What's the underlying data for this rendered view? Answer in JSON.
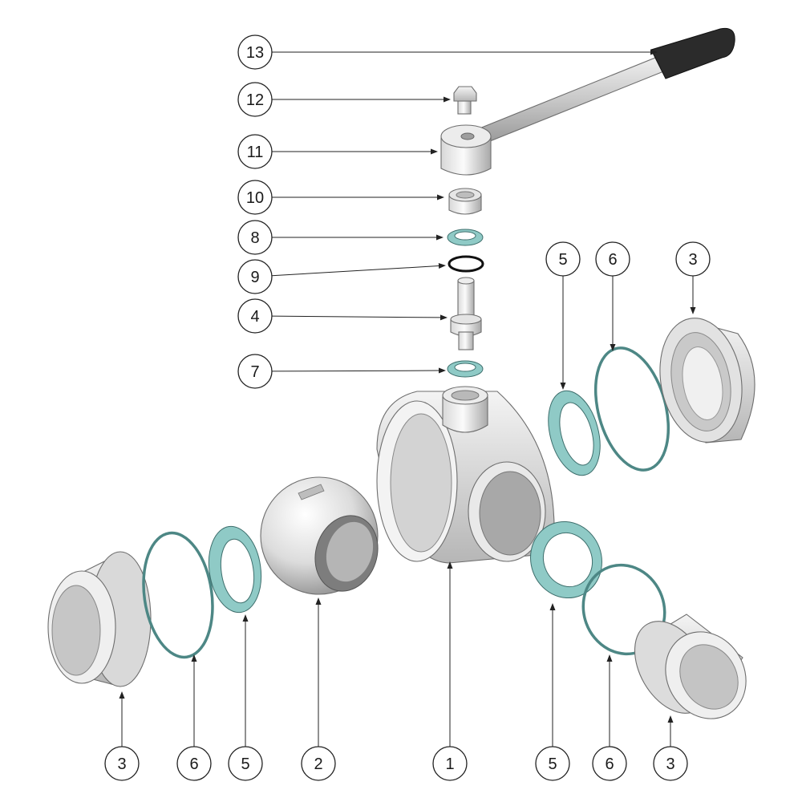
{
  "diagram": {
    "colors": {
      "metal_light": "#f2f2f2",
      "metal_mid": "#cfcfcf",
      "metal_dark": "#8f8f8f",
      "gasket": "#8fcac6",
      "oring": "#4d8785",
      "handle_grip": "#2b2b2b"
    },
    "callouts": [
      {
        "label": "13"
      },
      {
        "label": "12"
      },
      {
        "label": "11"
      },
      {
        "label": "10"
      },
      {
        "label": "8"
      },
      {
        "label": "9"
      },
      {
        "label": "4"
      },
      {
        "label": "7"
      },
      {
        "label": "5"
      },
      {
        "label": "6"
      },
      {
        "label": "3"
      },
      {
        "label": "3"
      },
      {
        "label": "6"
      },
      {
        "label": "5"
      },
      {
        "label": "2"
      },
      {
        "label": "1"
      },
      {
        "label": "5"
      },
      {
        "label": "6"
      },
      {
        "label": "3"
      }
    ]
  }
}
